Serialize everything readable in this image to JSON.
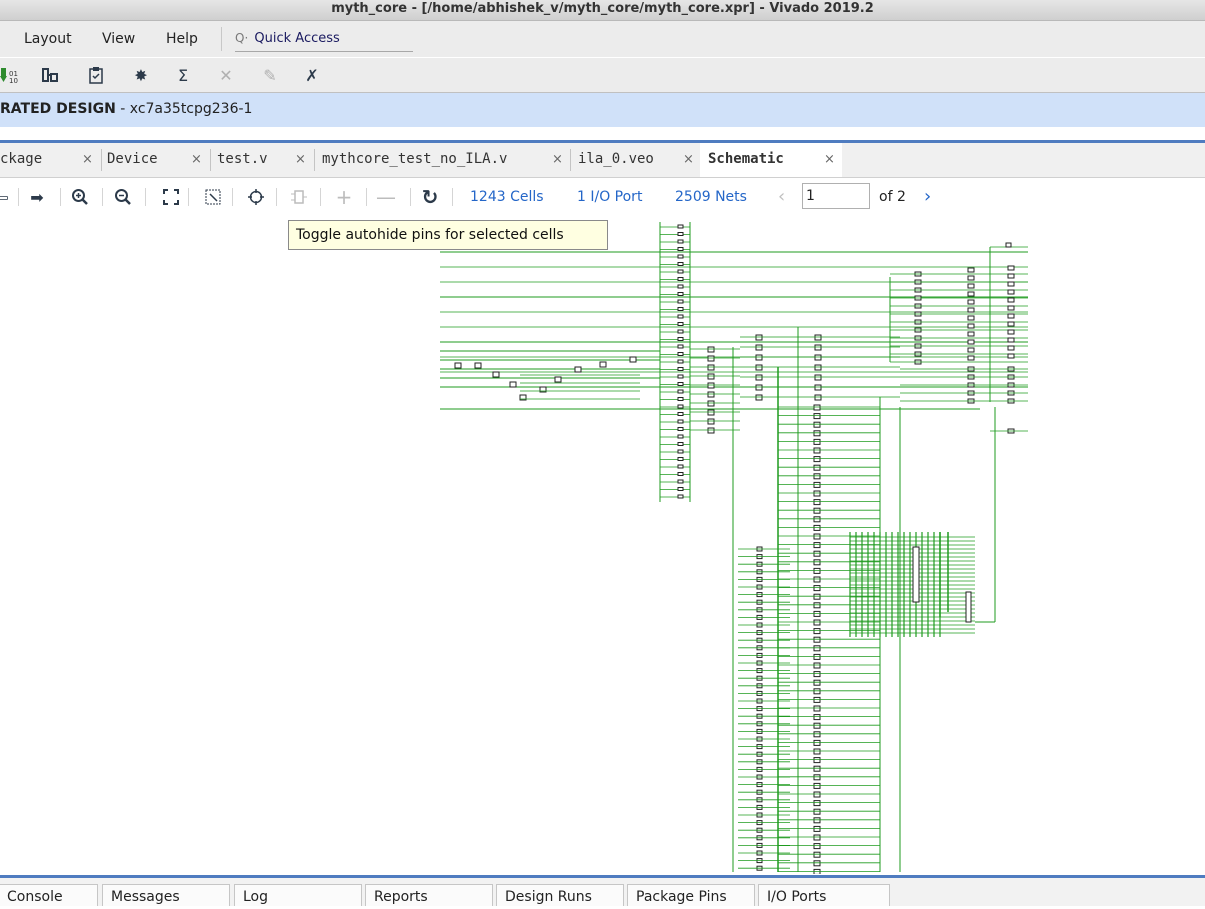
{
  "window": {
    "title": "myth_core - [/home/abhishek_v/myth_core/myth_core.xpr] - Vivado 2019.2"
  },
  "menu": {
    "items": [
      "Layout",
      "View",
      "Help"
    ],
    "quick_access": "Quick Access"
  },
  "toolbar": {
    "icons": [
      "download-bitstream-icon",
      "layout-icon",
      "clipboard-icon",
      "gear-icon",
      "sigma-icon",
      "cross-disabled-icon",
      "pencil-disabled-icon",
      "tool-icon"
    ]
  },
  "design_banner": {
    "label": "RATED DESIGN",
    "part": " - xc7a35tcpg236-1"
  },
  "tabs": [
    {
      "label": "ckage",
      "close": "×"
    },
    {
      "label": "Device",
      "close": "×"
    },
    {
      "label": "test.v",
      "close": "×"
    },
    {
      "label": "mythcore_test_no_ILA.v",
      "close": "×"
    },
    {
      "label": "ila_0.veo",
      "close": "×"
    },
    {
      "label": "Schematic",
      "close": "×"
    }
  ],
  "schematic_toolbar": {
    "cells": "1243 Cells",
    "io_ports": "1 I/O Port",
    "nets": "2509 Nets",
    "page_value": "1",
    "page_of": "of 2",
    "tooltip": "Toggle autohide pins for selected cells"
  },
  "bottom_tabs": [
    "Console",
    "Messages",
    "Log",
    "Reports",
    "Design Runs",
    "Package Pins",
    "I/O Ports"
  ],
  "colors": {
    "wire": "#1f9b1f",
    "accent_blue": "#4f7cc0",
    "banner_bg": "#d0e1f9",
    "link": "#2466c8"
  }
}
